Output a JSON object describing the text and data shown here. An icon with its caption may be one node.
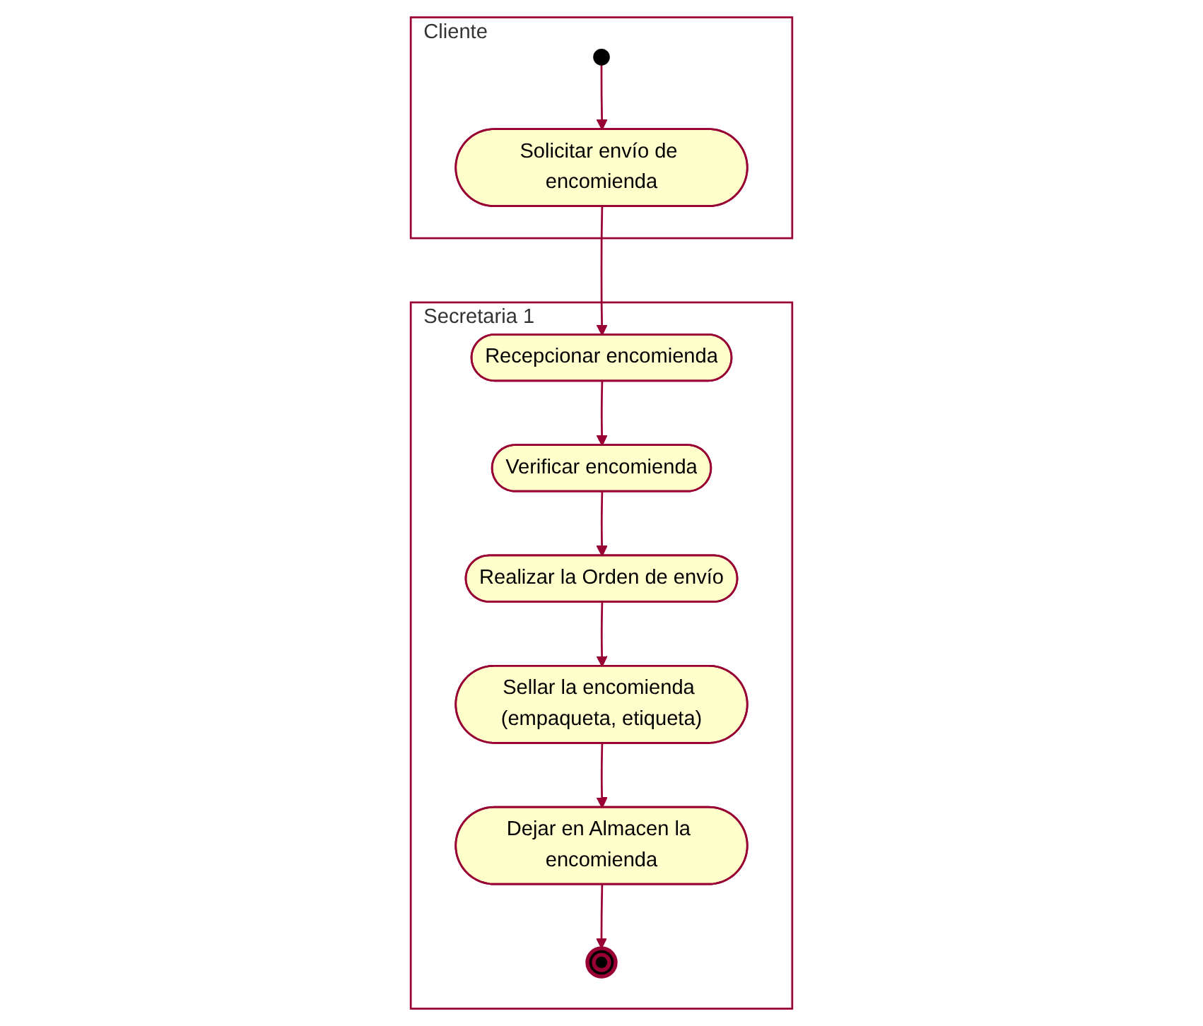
{
  "diagram": {
    "nodes": [
      {
        "text": [
          "Cliente"
        ]
      },
      {
        "text": [],
        "shape": "circle",
        "in": 0
      },
      {
        "text": [
          "Solicitar envío de encomienda"
        ],
        "in": 0
      },
      {
        "text": [
          "Secretaria 1"
        ]
      },
      {
        "text": [
          "Recepcionar encomienda"
        ],
        "in": 3
      },
      {
        "text": [
          "Verificar encomienda"
        ],
        "in": 3
      },
      {
        "text": [
          "Realizar la Orden de envío"
        ],
        "in": 3
      },
      {
        "text": [
          "Sellar la encomienda (empaqueta, etiqueta)"
        ],
        "in": 3
      },
      {
        "text": [
          "Dejar en Almacen la encomienda"
        ],
        "in": 3
      },
      {
        "text": [],
        "shape": "bullseye",
        "in": 3
      }
    ],
    "edges": [
      {
        "from": 1,
        "to": 2,
        "arrow": "to"
      },
      {
        "from": 2,
        "to": 4,
        "arrow": "to"
      },
      {
        "from": 4,
        "to": 5,
        "arrow": "to"
      },
      {
        "from": 5,
        "to": 6,
        "arrow": "to"
      },
      {
        "from": 6,
        "to": 7,
        "arrow": "to"
      },
      {
        "from": 7,
        "to": 8,
        "arrow": "to"
      },
      {
        "from": 8,
        "to": 9,
        "arrow": "to"
      }
    ]
  }
}
